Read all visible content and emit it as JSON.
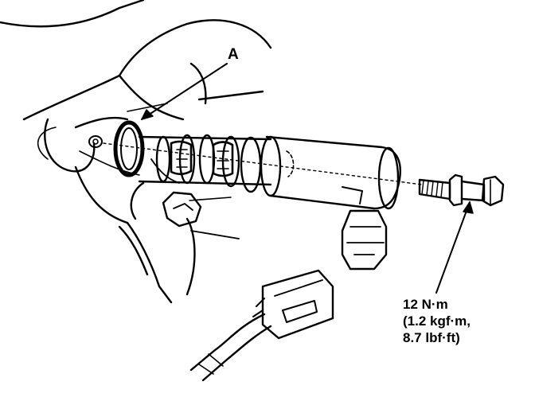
{
  "callouts": {
    "part_a": "A",
    "torque_lines": [
      "12 N·m",
      "(1.2 kgf·m,",
      "8.7 lbf·ft)"
    ]
  },
  "colors": {
    "ink": "#000000",
    "paper": "#ffffff"
  },
  "parts": [
    "engine-housing",
    "o-ring",
    "oil-control-solenoid",
    "solenoid-connector",
    "mounting-bolt",
    "harness-connector",
    "wire-harness",
    "hex-bolt-head"
  ]
}
